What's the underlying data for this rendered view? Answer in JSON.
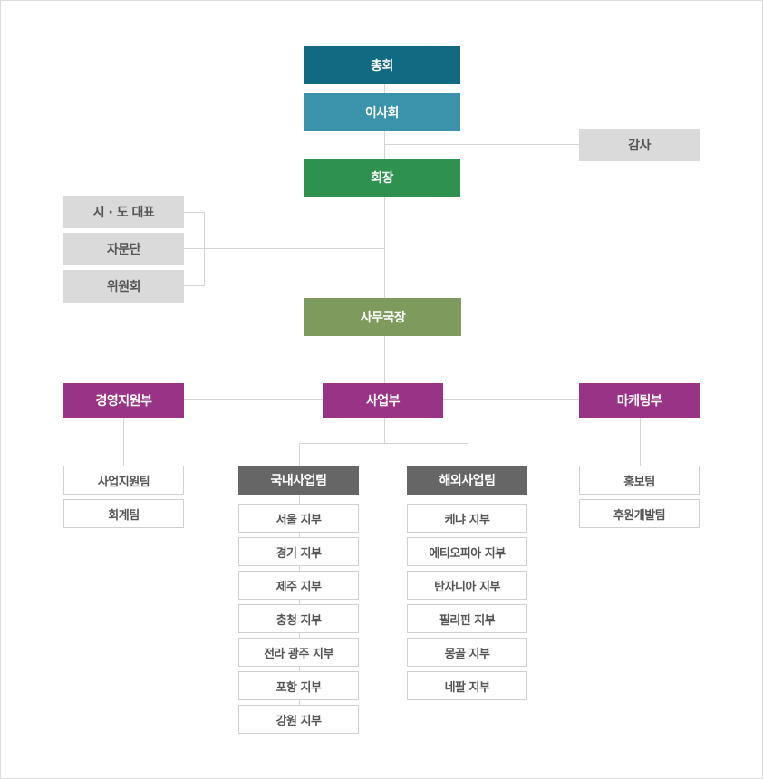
{
  "colors": {
    "general_assembly": "#116a82",
    "board": "#3a93aa",
    "chairman": "#2e9150",
    "secretary_general": "#7e9a5c",
    "department": "#983386",
    "team": "#666666",
    "grey_box": "#dadada"
  },
  "top": {
    "general_assembly": "총회",
    "board": "이사회",
    "auditor": "감사",
    "chairman": "회장"
  },
  "advisory": {
    "items": [
      "시 · 도 대표",
      "자문단",
      "위원회"
    ]
  },
  "secretary_general": "사무국장",
  "departments": {
    "management_support": "경영지원부",
    "business": "사업부",
    "marketing": "마케팅부"
  },
  "management_teams": [
    "사업지원팀",
    "회계팀"
  ],
  "marketing_teams": [
    "홍보팀",
    "후원개발팀"
  ],
  "domestic": {
    "title": "국내사업팀",
    "branches": [
      "서울 지부",
      "경기 지부",
      "제주 지부",
      "충청 지부",
      "전라 광주 지부",
      "포항 지부",
      "강원 지부"
    ]
  },
  "overseas": {
    "title": "해외사업팀",
    "branches": [
      "케냐 지부",
      "에티오피아 지부",
      "탄자니아 지부",
      "필리핀 지부",
      "몽골 지부",
      "네팔 지부"
    ]
  }
}
